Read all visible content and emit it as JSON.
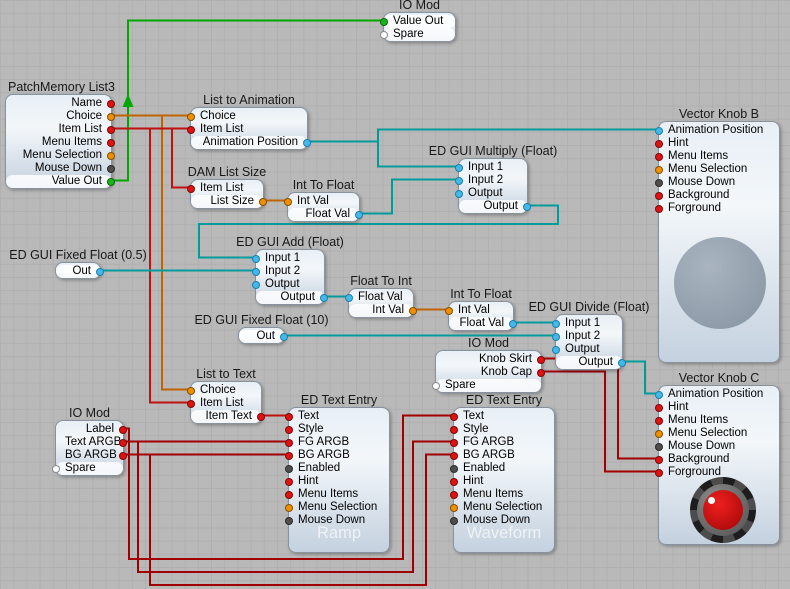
{
  "colors": {
    "canvas_bg": "#b9b9b9",
    "grid_line": "#b0b0b0",
    "wire_teal": "#009c9c",
    "wire_green": "#00a800",
    "wire_red": "#c01010",
    "wire_dark_red": "#a00000",
    "wire_orange": "#c06400",
    "port_red": "#e01212",
    "port_orange": "#f09000",
    "port_green": "#17b617",
    "port_blue": "#45b8ea",
    "port_gray": "#4e4e4e",
    "knob_b_color": "#98a5b2",
    "knob_c_cap_color": "#cc1111"
  },
  "nodes": {
    "io_mod_top": {
      "title": "IO Mod",
      "ports": [
        {
          "label": "Value Out",
          "color": "green",
          "side": "in",
          "pill": true
        },
        {
          "label": "Spare",
          "color": "white",
          "side": "in",
          "pill": true
        }
      ]
    },
    "patchmemory": {
      "title": "PatchMemory List3",
      "ports": [
        {
          "label": "Name",
          "color": "red",
          "side": "out"
        },
        {
          "label": "Choice",
          "color": "orange",
          "side": "out"
        },
        {
          "label": "Item List",
          "color": "red",
          "side": "out"
        },
        {
          "label": "Menu Items",
          "color": "red",
          "side": "out"
        },
        {
          "label": "Menu Selection",
          "color": "orange",
          "side": "out"
        },
        {
          "label": "Mouse Down",
          "color": "gray",
          "side": "out"
        },
        {
          "label": "Value Out",
          "color": "green",
          "side": "out",
          "pill": true
        }
      ]
    },
    "list_to_animation": {
      "title": "List to Animation",
      "ports": [
        {
          "label": "Choice",
          "color": "orange",
          "side": "in"
        },
        {
          "label": "Item List",
          "color": "red",
          "side": "in"
        },
        {
          "label": "Animation Position",
          "color": "blue",
          "side": "out",
          "pill": true
        }
      ]
    },
    "vector_knob_b": {
      "title": "Vector Knob B",
      "ports": [
        {
          "label": "Animation Position",
          "color": "blue",
          "side": "in"
        },
        {
          "label": "Hint",
          "color": "red",
          "side": "in"
        },
        {
          "label": "Menu Items",
          "color": "red",
          "side": "in"
        },
        {
          "label": "Menu Selection",
          "color": "orange",
          "side": "in"
        },
        {
          "label": "Mouse Down",
          "color": "gray",
          "side": "in"
        },
        {
          "label": "Background",
          "color": "red",
          "side": "in"
        },
        {
          "label": "Forground",
          "color": "red",
          "side": "in"
        }
      ]
    },
    "dam_list_size": {
      "title": "DAM List Size",
      "ports": [
        {
          "label": "Item List",
          "color": "red",
          "side": "in"
        },
        {
          "label": "List Size",
          "color": "orange",
          "side": "out",
          "pill": true
        }
      ]
    },
    "int_to_float_1": {
      "title": "Int To Float",
      "ports": [
        {
          "label": "Int Val",
          "color": "orange",
          "side": "in"
        },
        {
          "label": "Float Val",
          "color": "blue",
          "side": "out",
          "pill": true
        }
      ]
    },
    "gui_multiply": {
      "title": "ED GUI Multiply (Float)",
      "ports": [
        {
          "label": "Input 1",
          "color": "blue",
          "side": "in"
        },
        {
          "label": "Input 2",
          "color": "blue",
          "side": "in"
        },
        {
          "label": "Output",
          "color": "blue",
          "side": "in"
        },
        {
          "label": "Output",
          "color": "blue",
          "side": "out",
          "pill": true
        }
      ]
    },
    "gui_add": {
      "title": "ED GUI Add (Float)",
      "ports": [
        {
          "label": "Input 1",
          "color": "blue",
          "side": "in"
        },
        {
          "label": "Input 2",
          "color": "blue",
          "side": "in"
        },
        {
          "label": "Output",
          "color": "blue",
          "side": "in"
        },
        {
          "label": "Output",
          "color": "blue",
          "side": "out",
          "pill": true
        }
      ]
    },
    "fixed_05": {
      "title": "ED GUI Fixed Float (0.5)",
      "ports": [
        {
          "label": "Out",
          "color": "blue",
          "side": "out",
          "pill": true
        }
      ]
    },
    "float_to_int": {
      "title": "Float To Int",
      "ports": [
        {
          "label": "Float Val",
          "color": "blue",
          "side": "in"
        },
        {
          "label": "Int Val",
          "color": "orange",
          "side": "out",
          "pill": true
        }
      ]
    },
    "int_to_float_2": {
      "title": "Int To Float",
      "ports": [
        {
          "label": "Int Val",
          "color": "orange",
          "side": "in"
        },
        {
          "label": "Float Val",
          "color": "blue",
          "side": "out",
          "pill": true
        }
      ]
    },
    "gui_divide": {
      "title": "ED GUI Divide (Float)",
      "ports": [
        {
          "label": "Input 1",
          "color": "blue",
          "side": "in"
        },
        {
          "label": "Input 2",
          "color": "blue",
          "side": "in"
        },
        {
          "label": "Output",
          "color": "blue",
          "side": "in"
        },
        {
          "label": "Output",
          "color": "blue",
          "side": "out",
          "pill": true
        }
      ]
    },
    "fixed_10": {
      "title": "ED GUI Fixed Float (10)",
      "ports": [
        {
          "label": "Out",
          "color": "blue",
          "side": "out",
          "pill": true
        }
      ]
    },
    "io_mod_mid": {
      "title": "IO Mod",
      "ports": [
        {
          "label": "Knob Skirt",
          "color": "red",
          "side": "out"
        },
        {
          "label": "Knob Cap",
          "color": "red",
          "side": "out"
        },
        {
          "label": "Spare",
          "color": "white",
          "side": "in",
          "pill": true
        }
      ]
    },
    "list_to_text": {
      "title": "List to Text",
      "ports": [
        {
          "label": "Choice",
          "color": "orange",
          "side": "in"
        },
        {
          "label": "Item List",
          "color": "red",
          "side": "in"
        },
        {
          "label": "Item Text",
          "color": "red",
          "side": "out",
          "pill": true
        }
      ]
    },
    "io_mod_bl": {
      "title": "IO Mod",
      "ports": [
        {
          "label": "Label",
          "color": "red",
          "side": "out"
        },
        {
          "label": "Text ARGB",
          "color": "red",
          "side": "out"
        },
        {
          "label": "BG ARGB",
          "color": "red",
          "side": "out"
        },
        {
          "label": "Spare",
          "color": "white",
          "side": "in",
          "pill": true
        }
      ]
    },
    "text_ramp": {
      "title": "ED Text Entry",
      "widget_label": "Ramp",
      "ports": [
        {
          "label": "Text",
          "color": "red",
          "side": "in"
        },
        {
          "label": "Style",
          "color": "red",
          "side": "in"
        },
        {
          "label": "FG ARGB",
          "color": "red",
          "side": "in"
        },
        {
          "label": "BG ARGB",
          "color": "red",
          "side": "in"
        },
        {
          "label": "Enabled",
          "color": "gray",
          "side": "in"
        },
        {
          "label": "Hint",
          "color": "red",
          "side": "in"
        },
        {
          "label": "Menu Items",
          "color": "red",
          "side": "in"
        },
        {
          "label": "Menu Selection",
          "color": "orange",
          "side": "in"
        },
        {
          "label": "Mouse Down",
          "color": "gray",
          "side": "in"
        }
      ]
    },
    "text_wave": {
      "title": "ED Text Entry",
      "widget_label": "Waveform",
      "ports": [
        {
          "label": "Text",
          "color": "red",
          "side": "in"
        },
        {
          "label": "Style",
          "color": "red",
          "side": "in"
        },
        {
          "label": "FG ARGB",
          "color": "red",
          "side": "in"
        },
        {
          "label": "BG ARGB",
          "color": "red",
          "side": "in"
        },
        {
          "label": "Enabled",
          "color": "gray",
          "side": "in"
        },
        {
          "label": "Hint",
          "color": "red",
          "side": "in"
        },
        {
          "label": "Menu Items",
          "color": "red",
          "side": "in"
        },
        {
          "label": "Menu Selection",
          "color": "orange",
          "side": "in"
        },
        {
          "label": "Mouse Down",
          "color": "gray",
          "side": "in"
        }
      ]
    },
    "vector_knob_c": {
      "title": "Vector Knob C",
      "ports": [
        {
          "label": "Animation Position",
          "color": "blue",
          "side": "in"
        },
        {
          "label": "Hint",
          "color": "red",
          "side": "in"
        },
        {
          "label": "Menu Items",
          "color": "red",
          "side": "in"
        },
        {
          "label": "Menu Selection",
          "color": "orange",
          "side": "in"
        },
        {
          "label": "Mouse Down",
          "color": "gray",
          "side": "in"
        },
        {
          "label": "Background",
          "color": "red",
          "side": "in"
        },
        {
          "label": "Forground",
          "color": "red",
          "side": "in"
        }
      ]
    }
  }
}
